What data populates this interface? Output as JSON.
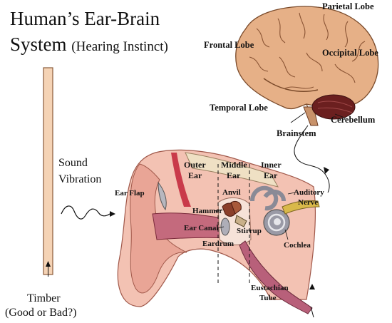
{
  "title": {
    "line1": "Human’s Ear-Brain",
    "line2_main": "System",
    "line2_sub": "(Hearing Instinct)"
  },
  "labels": {
    "sound": "Sound",
    "vibration": "Vibration",
    "timber": "Timber",
    "timber_note": "(Good or Bad?)"
  },
  "brain_labels": {
    "parietal": "Parietal Lobe",
    "frontal": "Frontal Lobe",
    "occipital": "Occipital Lobe",
    "temporal": "Temporal Lobe",
    "cerebellum": "Cerebellum",
    "brainstem": "Brainstem"
  },
  "ear_sections": {
    "outer_1": "Outer",
    "outer_2": "Ear",
    "middle_1": "Middle",
    "middle_2": "Ear",
    "inner_1": "Inner",
    "inner_2": "Ear"
  },
  "ear_parts": {
    "ear_flap": "Ear Flap",
    "anvil": "Anvil",
    "hammer": "Hammer",
    "ear_canal": "Ear Canal",
    "stirrup": "Stirrup",
    "eardrum": "Eardrum",
    "auditory_1": "Auditory",
    "auditory_2": "Nerve",
    "cochlea": "Cochlea",
    "eustachian_1": "Eustachian",
    "eustachian_2": "Tube"
  },
  "colors": {
    "rod_fill": "#f5d3b5",
    "rod_stroke": "#8a5a3a",
    "brain": "#e6b087",
    "cerebellum": "#6b1f1f",
    "ear_skin": "#f3c2b3",
    "canal": "#c46a7d",
    "bone": "#c9b08a",
    "cochlea": "#9a9aa6"
  }
}
